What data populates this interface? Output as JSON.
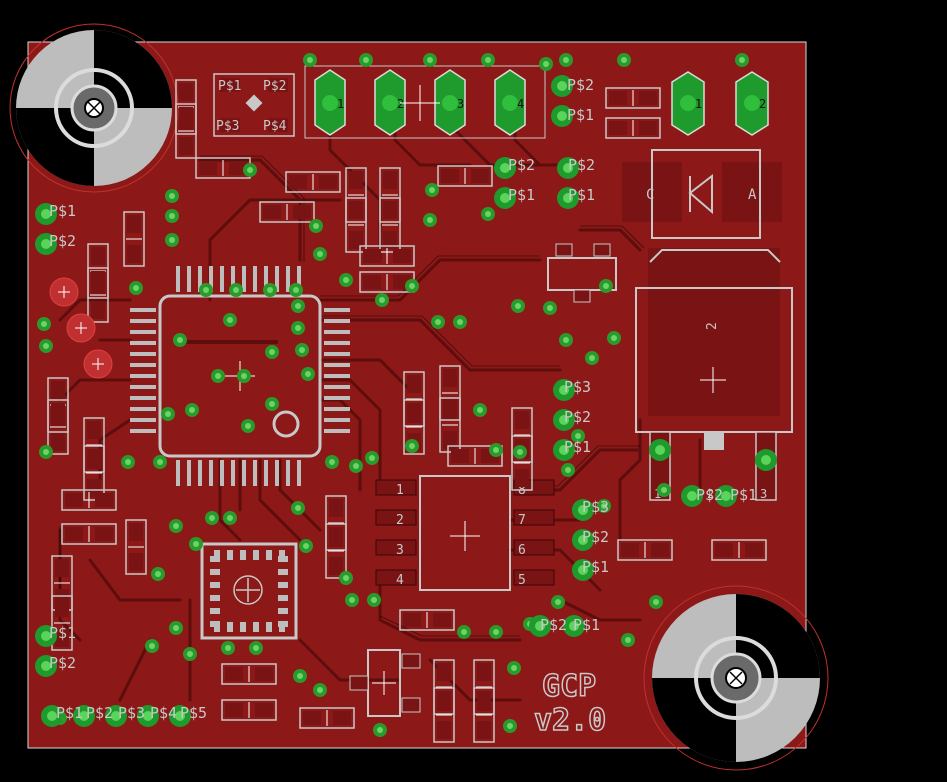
{
  "board": {
    "title": "GCP",
    "version": "v2.0",
    "colors": {
      "background": "#000000",
      "copper": "#8e1a1a",
      "copper_dark": "#6a0f0f",
      "via": "#3aa63a",
      "silk": "#c8c8c8",
      "outline": "#d8d8d8",
      "pad_green": "#1f9a2c"
    }
  },
  "header_pins": [
    "1",
    "2",
    "3",
    "4"
  ],
  "power_pins": [
    "1",
    "2"
  ],
  "diode": {
    "cathode": "C",
    "anode": "A"
  },
  "regulator": {
    "pin_top": "2",
    "pins_bottom": [
      "1",
      "2",
      "3"
    ]
  },
  "soic": {
    "left_pins": [
      "1",
      "2",
      "3",
      "4"
    ],
    "right_pins": [
      "8",
      "7",
      "6",
      "5"
    ]
  },
  "pad_labels": {
    "top_small": [
      "P$1",
      "P$2",
      "P$3",
      "P$4"
    ],
    "tp_top_right_a": [
      "P$2",
      "P$1"
    ],
    "tp_mid_a": [
      "P$2",
      "P$1"
    ],
    "tp_mid_b": [
      "P$2",
      "P$1"
    ],
    "tp_left_a": [
      "P$1",
      "P$2"
    ],
    "tp_center_right": [
      "P$3",
      "P$2",
      "P$1"
    ],
    "tp_right_lower": [
      "P$3",
      "P$2",
      "P$1"
    ],
    "tp_reg": [
      "P$2",
      "P$1"
    ],
    "tp_bottom_mid": [
      "P$2",
      "P$1"
    ],
    "tp_left_b": [
      "P$1",
      "P$2"
    ],
    "bottom_row": [
      "P$1",
      "P$2",
      "P$3",
      "P$4",
      "P$5"
    ]
  },
  "passive_pin_labels": [
    "1",
    "2"
  ]
}
